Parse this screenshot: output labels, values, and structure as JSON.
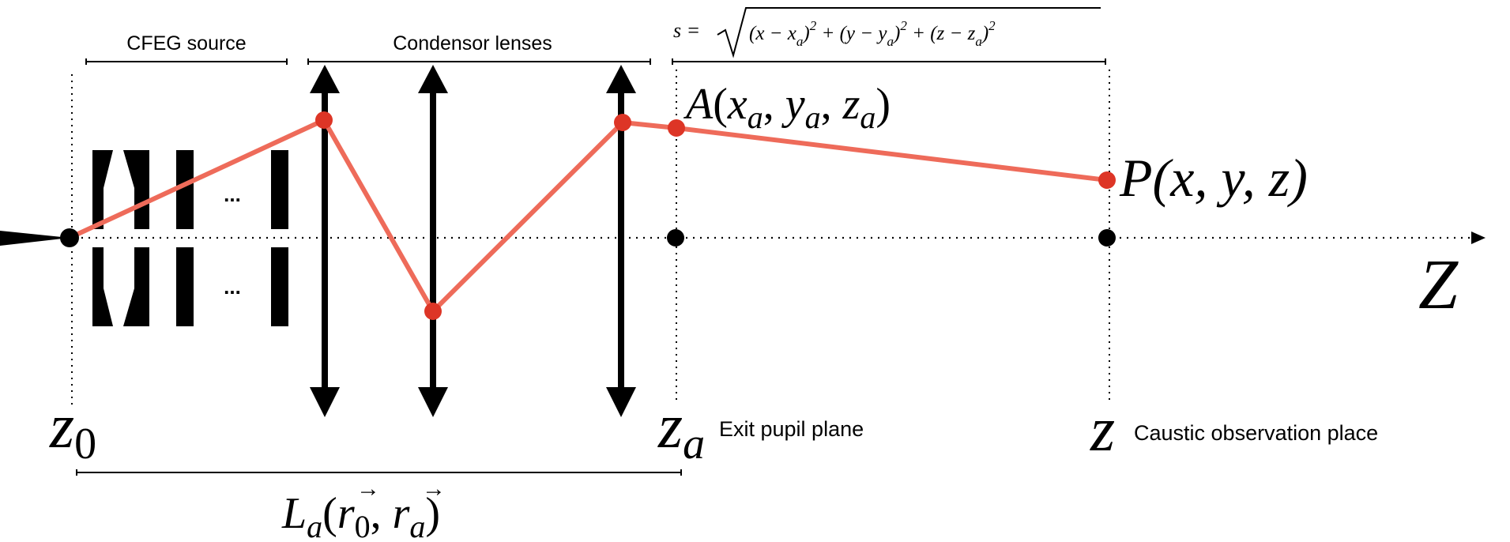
{
  "labels": {
    "cfeg_source": "CFEG source",
    "condensor_lenses": "Condensor lenses",
    "ellipsis": "...",
    "exit_pupil_plane": "Exit pupil plane",
    "caustic_observation_place": "Caustic observation place"
  },
  "math": {
    "s_formula": {
      "lhs": "s =",
      "t1": "(x − x",
      "t1_sub": "a",
      "t1_close": ")",
      "t1_sup": "2",
      "plus1": " + ",
      "t2": "(y − y",
      "t2_sub": "a",
      "t2_close": ")",
      "t2_sup": "2",
      "plus2": " + ",
      "t3": "(z − z",
      "t3_sub": "a",
      "t3_close": ")",
      "t3_sup": "2"
    },
    "point_A": {
      "name": "A",
      "open": "(",
      "x": "x",
      "x_sub": "a",
      "sep1": ", ",
      "y": "y",
      "y_sub": "a",
      "sep2": ", ",
      "z": "z",
      "z_sub": "a",
      "close": ")"
    },
    "point_P": {
      "name": "P",
      "args": "(x, y, z)"
    },
    "axis_label": "Z",
    "z0": {
      "base": "z",
      "sub": "0"
    },
    "za": {
      "base": "z",
      "sub": "a"
    },
    "z_obs": "z",
    "path_length": {
      "L": "L",
      "L_sub": "a",
      "open": "(",
      "r0": "r",
      "r0_sub": "0",
      "arrow": "→",
      "sep": ", ",
      "ra": "r",
      "ra_sub": "a",
      "close": ")"
    }
  },
  "colors": {
    "ray": "#ee6b5a",
    "ray_points": "#dd3526",
    "ink": "#000000"
  }
}
